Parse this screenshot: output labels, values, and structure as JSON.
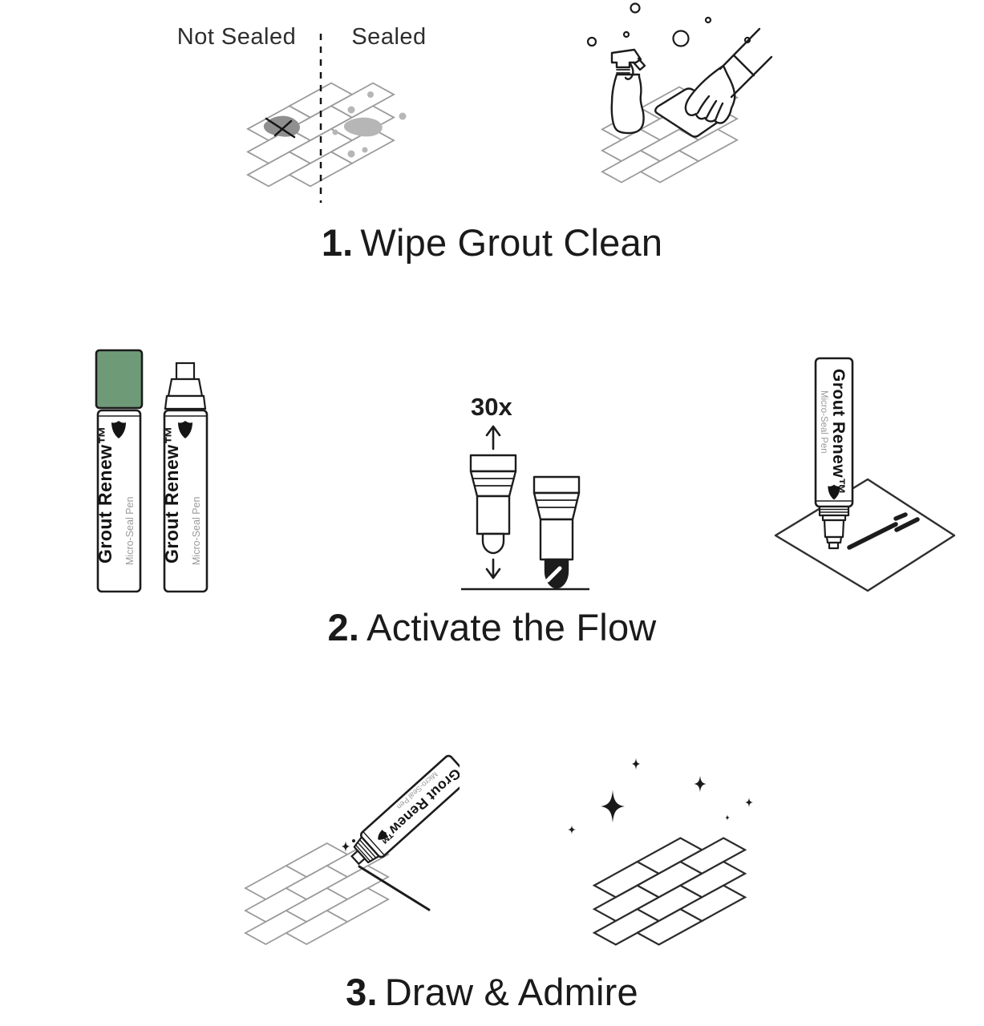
{
  "product": {
    "brand": "Grout Renew™",
    "subtitle": "Micro-Seal Pen"
  },
  "steps": [
    {
      "number": "1.",
      "title": "Wipe Grout Clean"
    },
    {
      "number": "2.",
      "title": "Activate the Flow"
    },
    {
      "number": "3.",
      "title": "Draw & Admire"
    }
  ],
  "step1": {
    "left_label": "Not Sealed",
    "right_label": "Sealed"
  },
  "step2": {
    "pump_count": "30x"
  },
  "colors": {
    "background": "#ffffff",
    "heading": "#1a1a1a",
    "ink_black": "#1c1c1c",
    "tile_gray": "#9b9b9b",
    "tile_dark": "#2b2b2b",
    "cap_green": "#6e9a78",
    "stain_dark": "#8f8f8f",
    "stain_light": "#b6b6b6",
    "subtitle_gray": "#9a9a9a",
    "label_dark": "#2e2e2e"
  }
}
